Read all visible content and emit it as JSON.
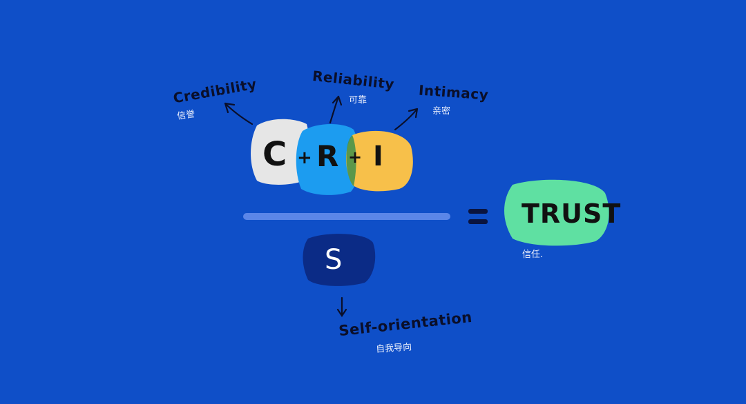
{
  "equation": {
    "numerator_terms": [
      {
        "letter": "C",
        "en": "Credibility",
        "zh": "信誉",
        "color": "#e6e6e6"
      },
      {
        "letter": "R",
        "en": "Reliability",
        "zh": "可靠",
        "color": "#1c9cf0"
      },
      {
        "letter": "I",
        "en": "Intimacy",
        "zh": "亲密",
        "color": "#f7c04a"
      }
    ],
    "plus": "+",
    "denominator": {
      "letter": "S",
      "en": "Self-orientation",
      "zh": "自我导向",
      "color": "#0b2b86"
    },
    "equals": "=",
    "result": {
      "text": "TRUST",
      "zh": "信任.",
      "color": "#5fe0a2"
    }
  },
  "colors": {
    "background": "#0f4fc8",
    "fraction_bar": "#5b86e8",
    "ink": "#0a0f2a"
  }
}
